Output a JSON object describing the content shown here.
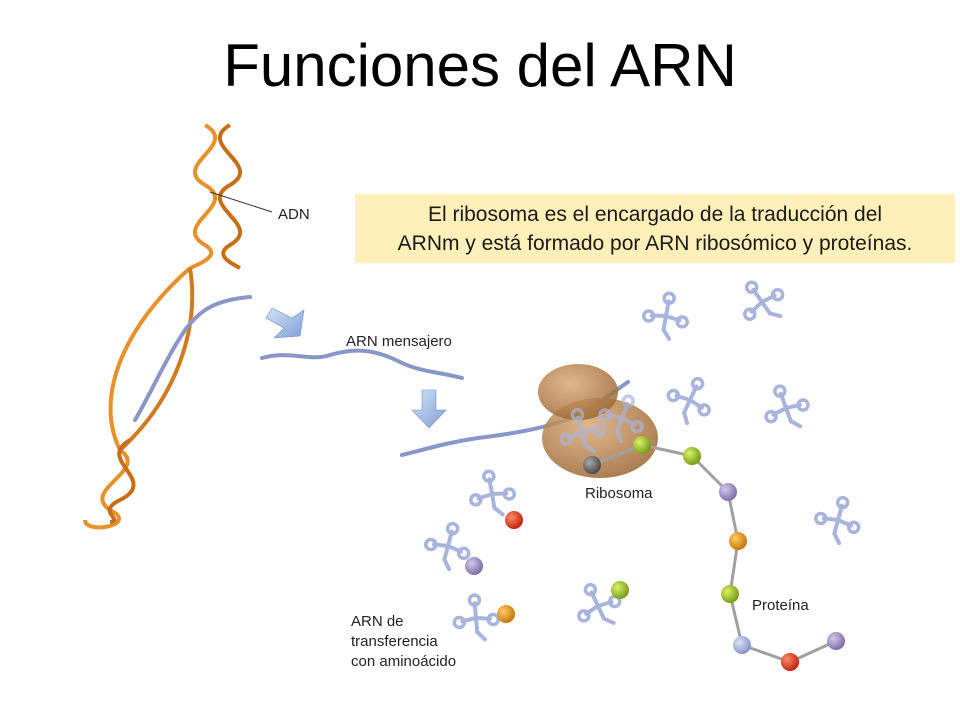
{
  "title": "Funciones del ARN",
  "callout": {
    "line1": "El ribosoma es el encargado de la traducción del",
    "line2": "ARNm y está formado por ARN ribosómico y proteínas."
  },
  "labels": {
    "adn": "ADN",
    "arn_mensajero": "ARN mensajero",
    "ribosoma": "Ribosoma",
    "proteina": "Proteína",
    "arnt_line1": "ARN de",
    "arnt_line2": "transferencia",
    "arnt_line3": "con aminoácido"
  },
  "colors": {
    "dna": "#e8902a",
    "mrna": "#8896c8",
    "trna": "#a8b4dc",
    "ribosome": "#b07a44",
    "arrow": "#a6bfe6",
    "callout_bg": "#fef0b8"
  }
}
